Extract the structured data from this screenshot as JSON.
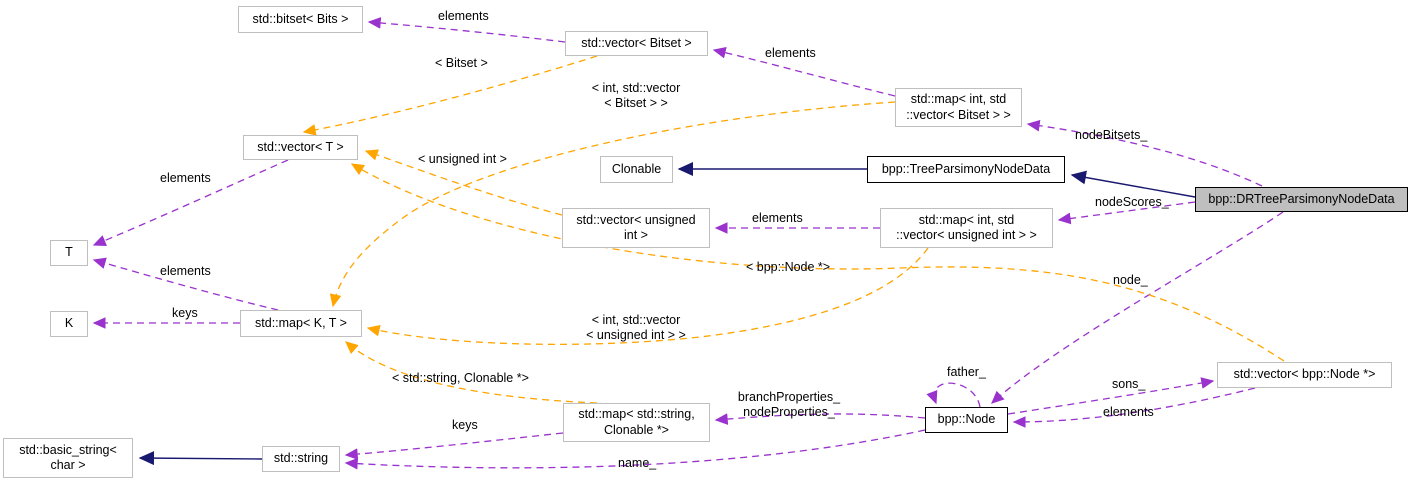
{
  "diagram": {
    "colors": {
      "usage_edge": "#9a32cd",
      "template_edge": "#ffa500",
      "inheritance_edge": "#191970",
      "node_border": "#bfbfbf",
      "node_fill": "#ffffff",
      "bold_border": "#000000",
      "highlight_fill": "#bfbfbf",
      "text": "#000000"
    },
    "nodes": {
      "bitset": {
        "label": "std::bitset< Bits >"
      },
      "vector_bitset": {
        "label": "std::vector< Bitset >"
      },
      "map_int_vector_bitset": {
        "label": "std::map< int, std\n::vector< Bitset > >"
      },
      "clonable": {
        "label": "Clonable"
      },
      "tree_parsimony_node_data": {
        "label": "bpp::TreeParsimonyNodeData"
      },
      "dr_tree_parsimony_node_data": {
        "label": "bpp::DRTreeParsimonyNodeData"
      },
      "vector_t": {
        "label": "std::vector< T >"
      },
      "vector_unsigned_int": {
        "label": "std::vector< unsigned\nint >"
      },
      "map_int_vector_unsigned_int": {
        "label": "std::map< int, std\n::vector< unsigned int > >"
      },
      "t": {
        "label": "T"
      },
      "k": {
        "label": "K"
      },
      "map_k_t": {
        "label": "std::map< K, T >"
      },
      "map_string_clonable": {
        "label": "std::map< std::string,\nClonable *>"
      },
      "node": {
        "label": "bpp::Node"
      },
      "vector_node_ptr": {
        "label": "std::vector< bpp::Node *>"
      },
      "string": {
        "label": "std::string"
      },
      "basic_string": {
        "label": "std::basic_string<\nchar >"
      }
    },
    "edge_labels": {
      "elements_bitset": "elements",
      "elements_vector_bitset": "elements",
      "template_bitset": "< Bitset >",
      "template_int_vector_bitset": "< int, std::vector\n< Bitset > >",
      "node_bitsets": "nodeBitsets_",
      "template_unsigned_int": "< unsigned int >",
      "elements_vector_t": "elements",
      "node_scores": "nodeScores_",
      "elements_vector_uint": "elements",
      "template_bpp_node": "< bpp::Node *>",
      "elements_map_k_t": "elements",
      "node_member": "node_",
      "keys_map_k_t": "keys",
      "template_int_vector_uint": "< int, std::vector\n< unsigned int > >",
      "template_string_clonable": "< std::string, Clonable *>",
      "father": "father_",
      "sons": "sons_",
      "branch_node_properties": "branchProperties_\nnodeProperties_",
      "elements_vector_node": "elements",
      "keys_map_string": "keys",
      "name": "name_"
    }
  }
}
